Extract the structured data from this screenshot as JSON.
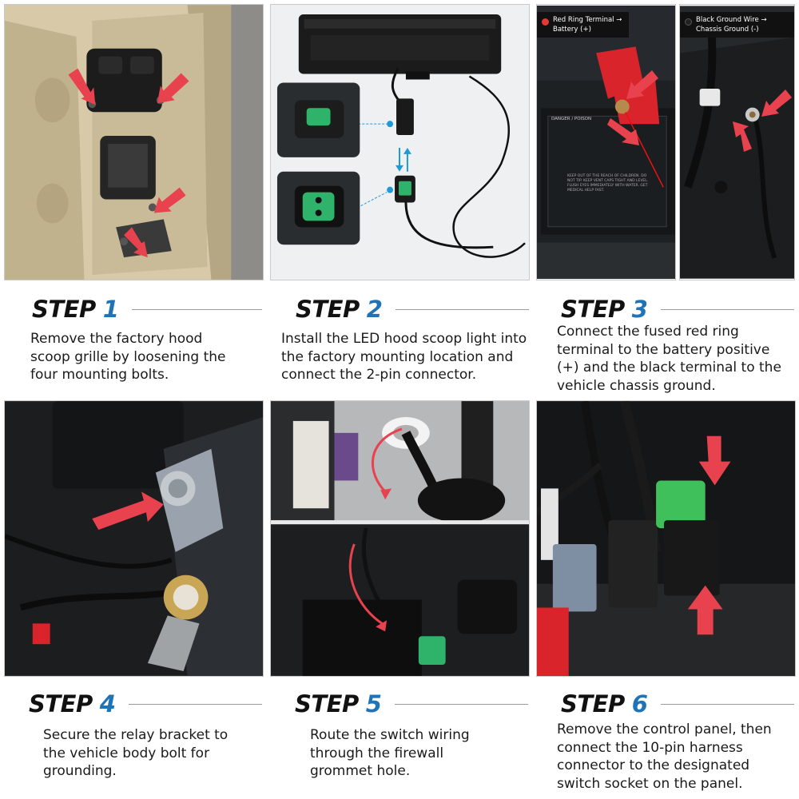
{
  "steps": [
    {
      "word": "STEP",
      "number": "1",
      "text": "Remove the factory hood scoop grille by loosening the four mounting bolts."
    },
    {
      "word": "STEP",
      "number": "2",
      "text": "Install the LED hood scoop light into the factory mounting location and connect the 2-pin connector."
    },
    {
      "word": "STEP",
      "number": "3",
      "text": "Connect the fused red ring terminal to the battery positive (+) and the black terminal to the vehicle chassis ground."
    },
    {
      "word": "STEP",
      "number": "4",
      "text": "Secure the relay bracket to the vehicle body bolt for grounding."
    },
    {
      "word": "STEP",
      "number": "5",
      "text": "Route the switch wiring through the firewall grommet hole."
    },
    {
      "word": "STEP",
      "number": "6",
      "text": "Remove the control panel, then connect the 10-pin harness connector to the designated switch socket on the panel."
    }
  ],
  "labels": {
    "red_terminal": "Red Ring Terminal → Battery (+)",
    "black_ground": "Black Ground Wire → Chassis Ground (-)"
  },
  "battery_label": {
    "danger": "DANGER / POISON",
    "warning": "KEEP OUT OF THE REACH OF CHILDREN. DO NOT TIP. KEEP VENT CAPS TIGHT AND LEVEL. FLUSH EYES IMMEDIATELY WITH WATER. GET MEDICAL HELP FAST."
  },
  "colors": {
    "step_number": "#1f73b7",
    "arrow": "#e8424f",
    "connector_green": "#2fb36b",
    "label_bg": "#111111",
    "label_red_dot": "#e53935"
  }
}
